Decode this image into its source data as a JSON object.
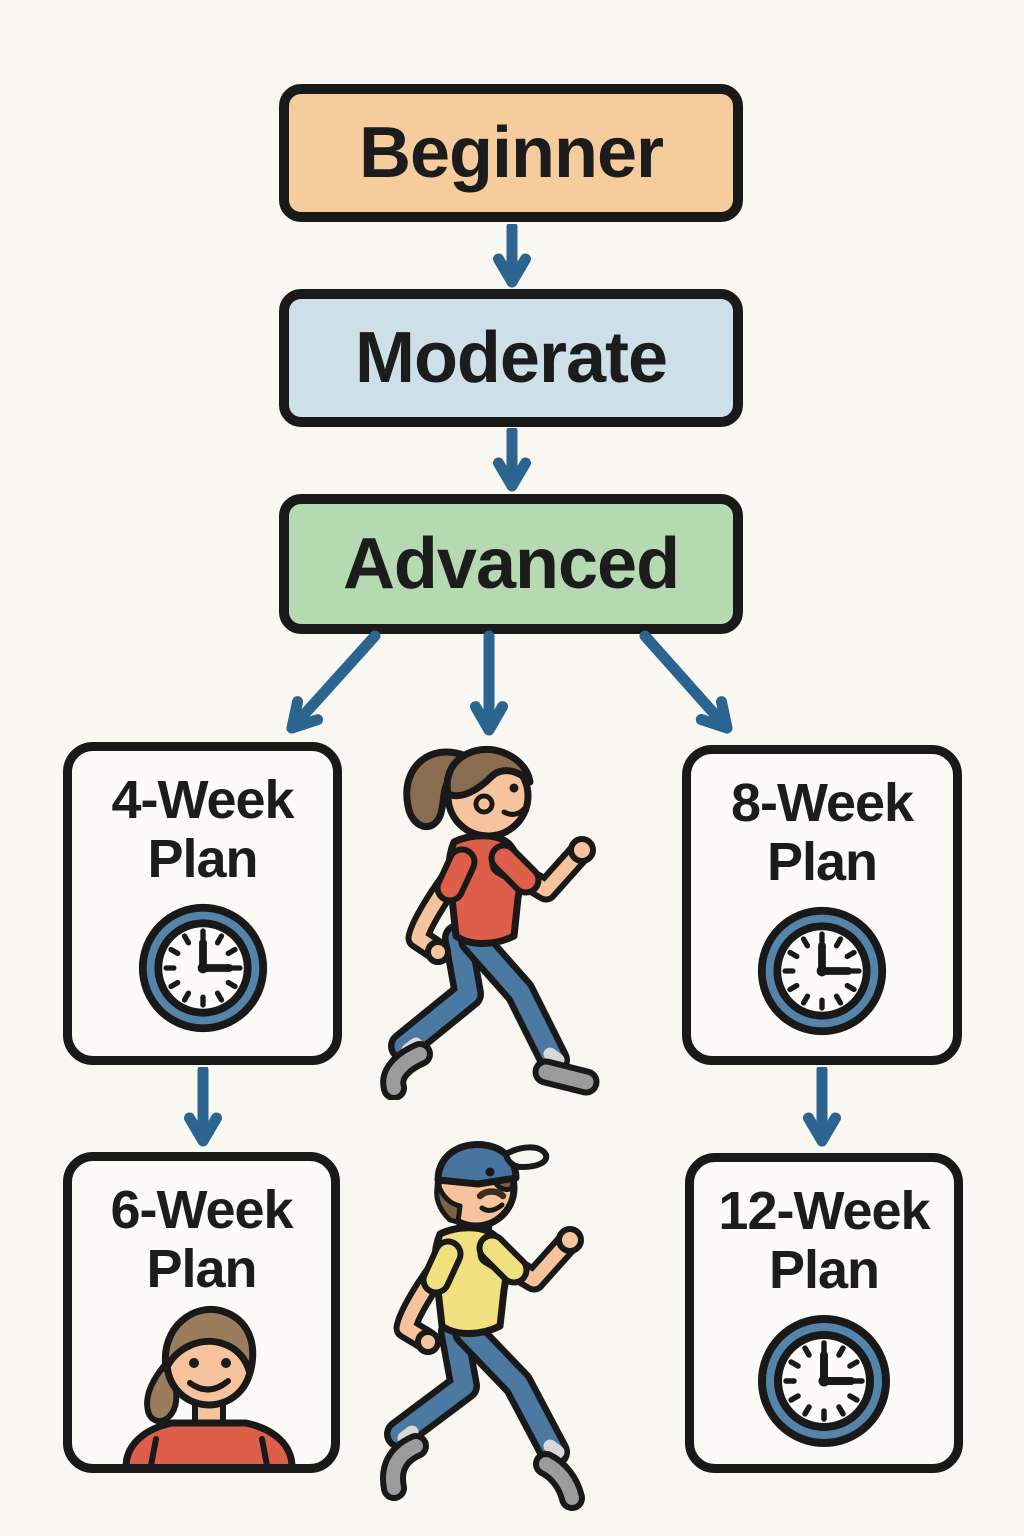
{
  "flowchart": {
    "levels": [
      {
        "label": "Beginner",
        "fill": "#F7CC9D"
      },
      {
        "label": "Moderate",
        "fill": "#CDDFE9"
      },
      {
        "label": "Advanced",
        "fill": "#B5D9B1"
      }
    ],
    "plans": [
      {
        "lines": [
          "4-Week",
          "Plan"
        ],
        "icon": "clock-icon"
      },
      {
        "lines": [
          "8-Week",
          "Plan"
        ],
        "icon": "clock-icon"
      },
      {
        "lines": [
          "6-Week",
          "Plan"
        ],
        "icon": "woman-avatar-icon"
      },
      {
        "lines": [
          "12-Week",
          "Plan"
        ],
        "icon": "clock-icon"
      }
    ],
    "illustrations": [
      {
        "name": "walking-woman"
      },
      {
        "name": "walking-man"
      }
    ],
    "clock_time": "3:00",
    "colors": {
      "background": "#F9F7F2",
      "outline": "#191919",
      "arrow": "#2A648F",
      "beginner_fill": "#F7CC9D",
      "moderate_fill": "#CDDFE9",
      "advanced_fill": "#B5D9B1",
      "plan_box_fill": "#FCFBF7",
      "clock_ring": "#5584AA",
      "skin": "#F6C39C",
      "hair_brown": "#8A6C50",
      "avatar_hair_brown": "#9B7C5D",
      "shirt_red": "#DE5F49",
      "shirt_yellow": "#F0E07E",
      "jeans_blue": "#4C79A1",
      "cap_blue": "#47749E",
      "shoe_gray": "#9B9B9B"
    }
  }
}
